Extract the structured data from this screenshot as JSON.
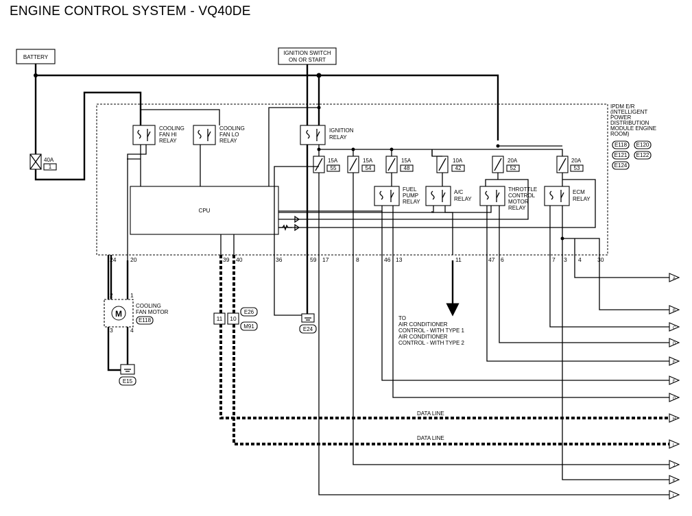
{
  "title": "ENGINE CONTROL SYSTEM - VQ40DE",
  "battery": "BATTERY",
  "ignition_line1": "IGNITION SWITCH",
  "ignition_line2": "ON OR START",
  "ipdm_lines": [
    "IPDM E/R",
    "(INTELLIGENT",
    "POWER",
    "DISTRIBUTION",
    "MODULE ENGINE",
    "ROOM)"
  ],
  "ipdm_connectors": [
    "E118",
    "E120",
    "E121",
    "E122",
    "E124"
  ],
  "cpu": "CPU",
  "relays": {
    "fan_hi": [
      "COOLING",
      "FAN HI",
      "RELAY"
    ],
    "fan_lo": [
      "COOLING",
      "FAN LO",
      "RELAY"
    ],
    "ignition": [
      "IGNITION",
      "RELAY"
    ],
    "fuel_pump": [
      "FUEL",
      "PUMP",
      "RELAY"
    ],
    "ac": [
      "A/C",
      "RELAY"
    ],
    "throttle": [
      "THROTTLE",
      "CONTROL",
      "MOTOR",
      "RELAY"
    ],
    "ecm": [
      "ECM",
      "RELAY"
    ]
  },
  "fuses": [
    {
      "amp": "40A",
      "num": "1"
    },
    {
      "amp": "15A",
      "num": "55"
    },
    {
      "amp": "15A",
      "num": "54"
    },
    {
      "amp": "15A",
      "num": "48"
    },
    {
      "amp": "10A",
      "num": "42"
    },
    {
      "amp": "20A",
      "num": "52"
    },
    {
      "amp": "20A",
      "num": "53"
    }
  ],
  "pins": [
    "24",
    "20",
    "39",
    "40",
    "36",
    "59",
    "17",
    "8",
    "46",
    "13",
    "11",
    "47",
    "6",
    "7",
    "3",
    "4",
    "30"
  ],
  "motor": {
    "label": [
      "COOLING",
      "FAN MOTOR"
    ],
    "connector": "E118",
    "symbol": "M",
    "pins": [
      "2",
      "1",
      "3",
      "4"
    ]
  },
  "ground_labels": [
    "E15",
    "E24"
  ],
  "joint": {
    "pins": [
      "11",
      "10"
    ],
    "connectors": [
      "E26",
      "M91"
    ]
  },
  "ac_note": [
    "TO",
    "AIR CONDITIONER",
    "CONTROL - WITH TYPE 1",
    "AIR CONDITIONER",
    "CONTROL - WITH TYPE 2"
  ],
  "data_line": "DATA LINE",
  "outputs": [
    "A",
    "B",
    "C",
    "D",
    "E",
    "F",
    "G",
    "H",
    "I",
    "J",
    "K",
    "L"
  ]
}
